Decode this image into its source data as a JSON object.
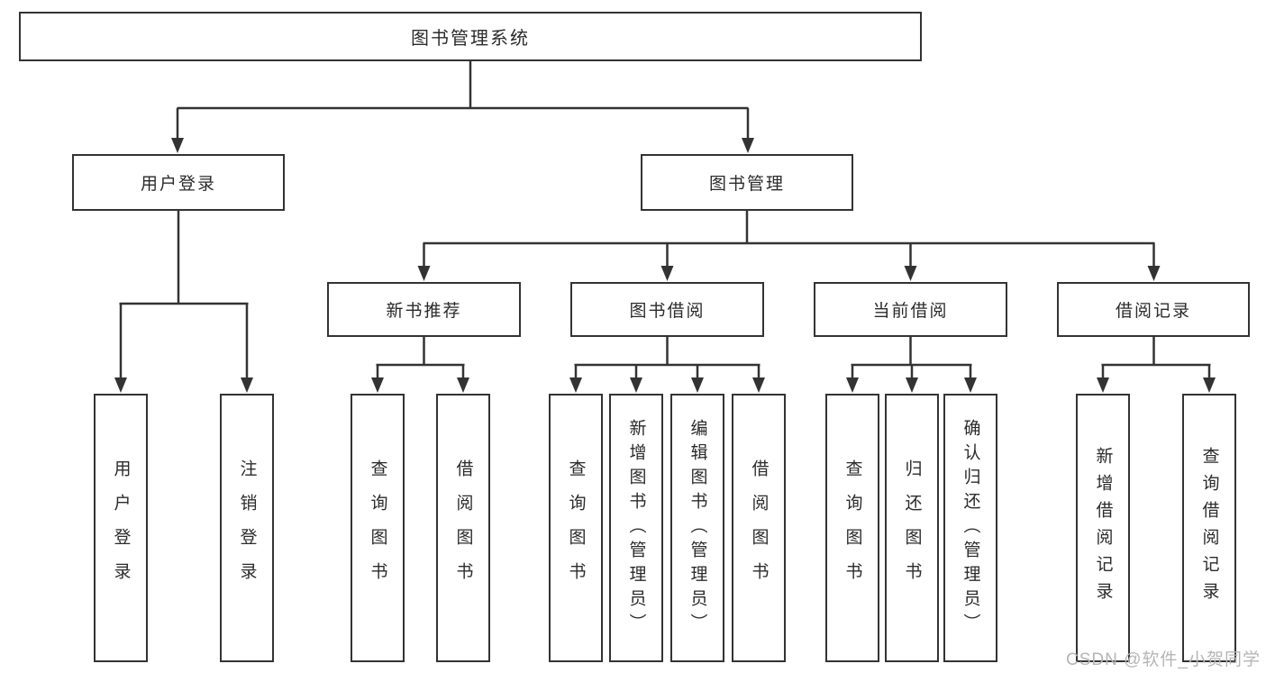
{
  "tree": {
    "label": "图书管理系统",
    "children": [
      {
        "label": "用户登录",
        "children": [
          {
            "label": "用户登录"
          },
          {
            "label": "注销登录"
          }
        ]
      },
      {
        "label": "图书管理",
        "children": [
          {
            "label": "新书推荐",
            "children": [
              {
                "label": "查询图书"
              },
              {
                "label": "借阅图书"
              }
            ]
          },
          {
            "label": "图书借阅",
            "children": [
              {
                "label": "查询图书"
              },
              {
                "label": "新增图书（管理员）"
              },
              {
                "label": "编辑图书（管理员）"
              },
              {
                "label": "借阅图书"
              }
            ]
          },
          {
            "label": "当前借阅",
            "children": [
              {
                "label": "查询图书"
              },
              {
                "label": "归还图书"
              },
              {
                "label": "确认归还（管理员）"
              }
            ]
          },
          {
            "label": "借阅记录",
            "children": [
              {
                "label": "新增借阅记录"
              },
              {
                "label": "查询借阅记录"
              }
            ]
          }
        ]
      }
    ]
  },
  "watermark": {
    "text": "CSDN @软件_小贺同学",
    "color": "#b5b5b5"
  },
  "colors": {
    "line": "#333333",
    "box_border": "#333333",
    "box_fill": "#ffffff",
    "text": "#2b2b2b",
    "background": "#ffffff"
  }
}
